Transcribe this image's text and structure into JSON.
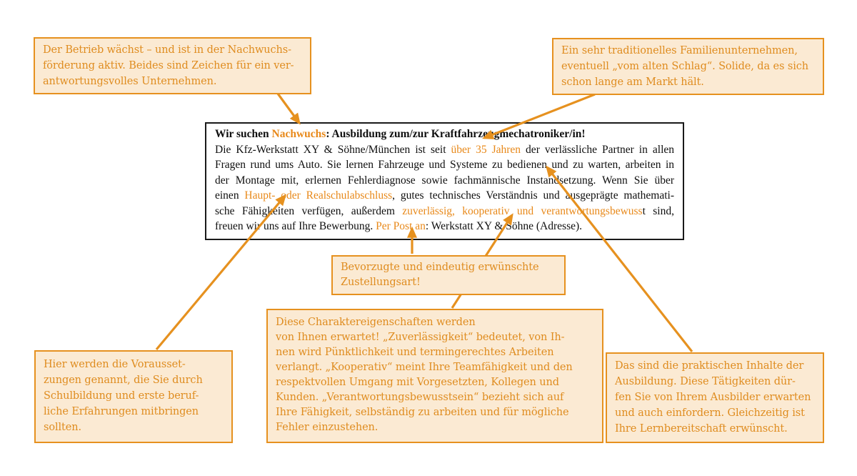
{
  "colors": {
    "accent": "#E6911F",
    "callout_fill": "#FBEAD3",
    "callout_text": "#DF8C1F",
    "ad_highlight": "#E8891A",
    "ad_border": "#1A1A1A",
    "ad_text": "#0F0F0F",
    "background": "#FFFFFF"
  },
  "callouts": {
    "top_left": {
      "text": "Der Betrieb wächst – und ist in der Nachwuchs-\nförderung aktiv. Beides sind Zeichen für ein ver-\nantwortungsvolles Unternehmen."
    },
    "top_right": {
      "text": "Ein sehr traditionelles Familienunternehmen,\neventuell „vom alten Schlag“. Solide, da es sich\nschon lange am Markt hält."
    },
    "delivery": {
      "text": "Bevorzugte und eindeutig erwünschte\nZustellungsart!"
    },
    "character": {
      "text": "Diese Charaktereigenschaften werden\nvon Ihnen erwartet! „Zuverlässigkeit“ bedeutet, von Ih-\nnen wird Pünktlichkeit und termingerechtes Arbeiten\nverlangt. „Kooperativ“ meint Ihre Teamfähigkeit und den\nrespektvollen Umgang mit Vorgesetzten, Kollegen und\nKunden. „Verantwortungsbewusstsein“ bezieht sich auf\nIhre Fähigkeit, selbständig zu arbeiten und für mögliche\nFehler einzustehen."
    },
    "bottom_left": {
      "text": "Hier werden die Vorausset-\nzungen genannt, die Sie durch\nSchulbildung und erste beruf-\nliche Erfahrungen mitbringen\nsollten."
    },
    "bottom_right": {
      "text": "Das sind die praktischen Inhalte der\nAusbildung. Diese Tätigkeiten dür-\nfen Sie von Ihrem Ausbilder erwarten\nund auch einfordern. Gleichzeitig ist\nIhre Lernbereitschaft erwünscht."
    }
  },
  "ad": {
    "lines": [
      {
        "bold": true,
        "justify": false,
        "segments": [
          {
            "t": "Wir suchen "
          },
          {
            "t": "Nachwuchs",
            "highlight": true
          },
          {
            "t": ": Ausbildung zum/zur Kraftfahrzeugmechatroniker/in!"
          }
        ]
      },
      {
        "justify": true,
        "segments": [
          {
            "t": "Die Kfz-Werkstatt XY & Söhne/München ist seit "
          },
          {
            "t": "über 35 Jahren",
            "highlight": true
          },
          {
            "t": " der verlässliche Partner in allen"
          }
        ]
      },
      {
        "justify": true,
        "segments": [
          {
            "t": "Fragen rund ums Auto. Sie lernen Fahrzeuge und Systeme zu bedienen und zu warten, arbeiten in"
          }
        ]
      },
      {
        "justify": true,
        "segments": [
          {
            "t": "der Montage mit, erlernen Fehlerdiagnose sowie fachmännische Instandsetzung. Wenn Sie über"
          }
        ]
      },
      {
        "justify": true,
        "segments": [
          {
            "t": "einen "
          },
          {
            "t": "Haupt- oder Realschulabschluss",
            "highlight": true
          },
          {
            "t": ", gutes technisches Verständnis und ausgeprägte mathemati-"
          }
        ]
      },
      {
        "justify": true,
        "segments": [
          {
            "t": "sche Fähigkeiten verfügen, außerdem "
          },
          {
            "t": "zuverlässig, kooperativ und verantwortungsbewuss",
            "highlight": true
          },
          {
            "t": "t sind,"
          }
        ]
      },
      {
        "justify": false,
        "segments": [
          {
            "t": "freuen wir uns auf Ihre Bewerbung. "
          },
          {
            "t": "Per Post an",
            "highlight": true
          },
          {
            "t": ": Werkstatt XY & Söhne (Adresse)."
          }
        ]
      }
    ]
  }
}
